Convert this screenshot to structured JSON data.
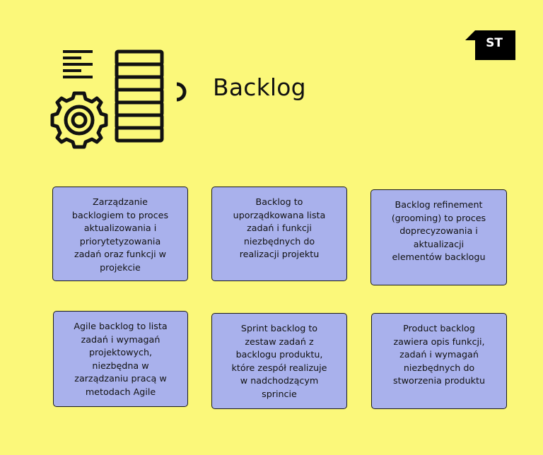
{
  "brand": {
    "logo_text": "ST"
  },
  "header": {
    "title": "Backlog"
  },
  "cards": [
    {
      "text": "Zarządzanie\nbacklogiem to proces\naktualizowania i\npriorytetyzowania\nzadań oraz funkcji w\nprojekcie"
    },
    {
      "text": "Backlog to\nuporządkowana lista\nzadań i funkcji\nniezbędnych do\nrealizacji projektu"
    },
    {
      "text": "Backlog refinement\n(grooming) to proces\ndoprecyzowania i\naktualizacji\nelementów backlogu"
    },
    {
      "text": "Agile backlog to lista\nzadań i wymagań\nprojektowych,\nniezbędna w\nzarządzaniu pracą w\nmetodach Agile"
    },
    {
      "text": "Sprint backlog to\nzestaw zadań z\nbacklogu produktu,\nktóre zespół realizuje\nw nadchodzącym\nsprincie"
    },
    {
      "text": "Product backlog\nzawiera opis funkcji,\nzadań i wymagań\nniezbędnych do\nstworzenia  produktu"
    }
  ],
  "colors": {
    "background": "#fbf87a",
    "card_fill": "#a9b1ec",
    "ink": "#111111"
  },
  "icons": [
    "document-lines-icon",
    "gear-icon",
    "coin-stack-icon",
    "logo-badge-icon"
  ]
}
